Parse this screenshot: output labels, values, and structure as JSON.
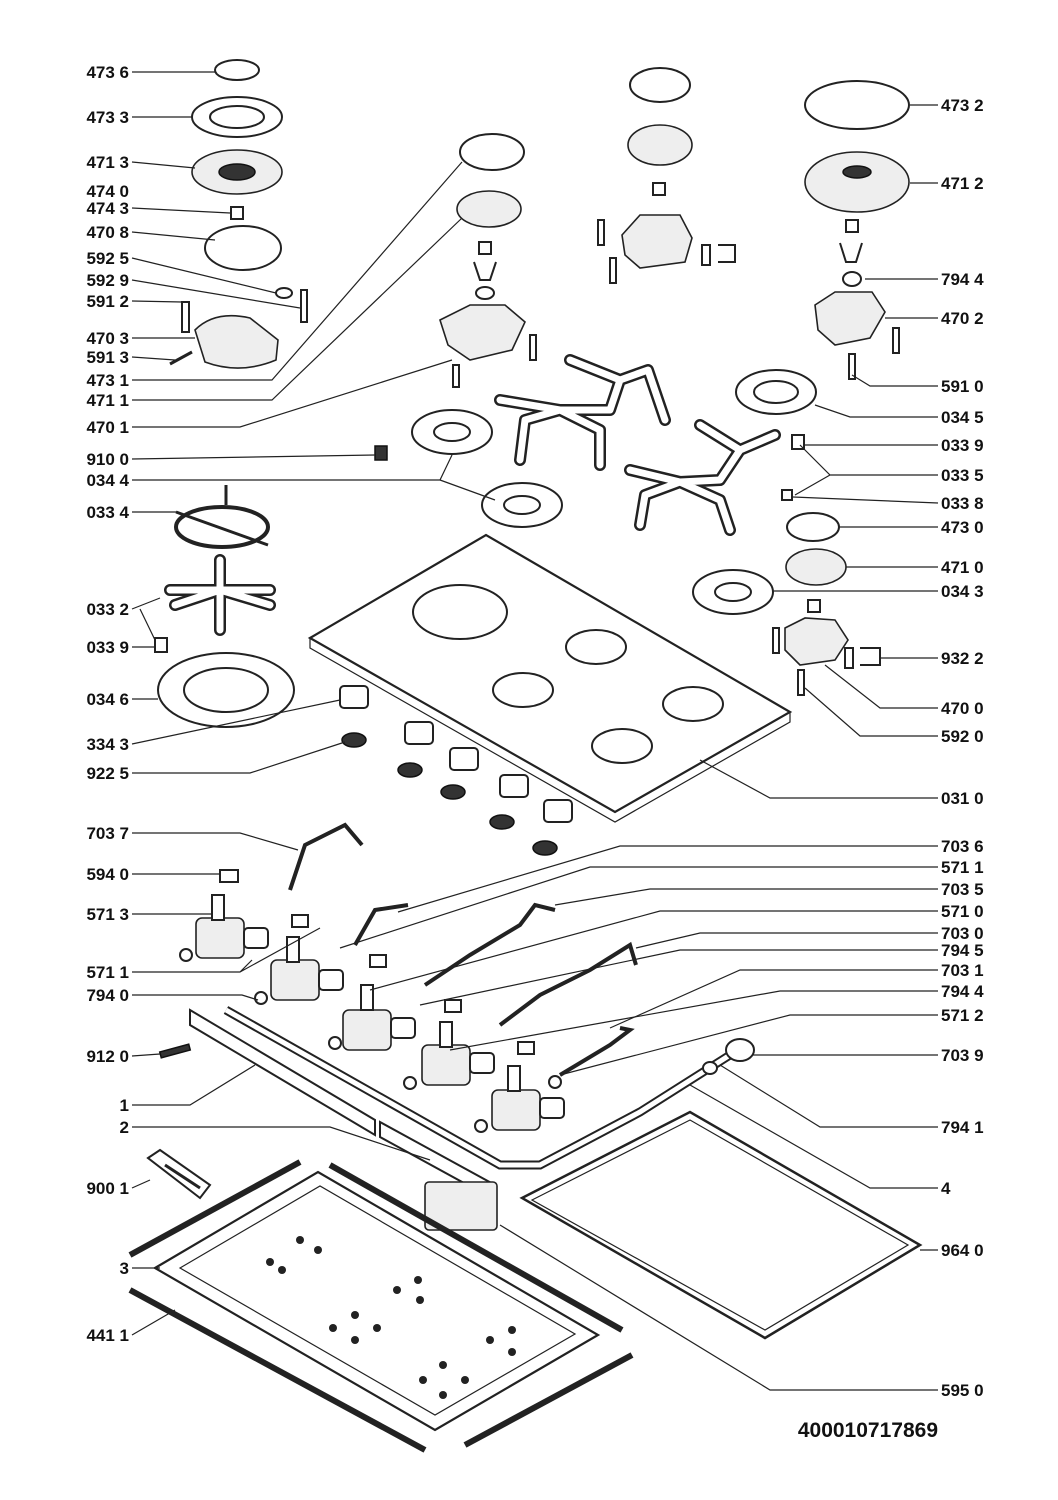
{
  "labels_left": [
    "473 6",
    "473 3",
    "471 3",
    "474 0",
    "474 3",
    "470 8",
    "592 5",
    "592 9",
    "591 2",
    "470 3",
    "591 3",
    "473 1",
    "471 1",
    "470 1",
    "910 0",
    "034 4",
    "033 4",
    "033 2",
    "033 9",
    "034 6",
    "334 3",
    "922 5",
    "703 7",
    "594 0",
    "571 3",
    "571 1",
    "794 0",
    "912 0",
    "1",
    "2",
    "900 1",
    "3",
    "441 1"
  ],
  "labels_right": [
    "473 2",
    "471 2",
    "794 4",
    "470 2",
    "591 0",
    "034 5",
    "033 9",
    "033 5",
    "033 8",
    "473 0",
    "471 0",
    "034 3",
    "932 2",
    "470 0",
    "592 0",
    "031 0",
    "703 6",
    "571 1",
    "703 5",
    "571 0",
    "703 0",
    "794 5",
    "703 1",
    "794 4",
    "571 2",
    "703 9",
    "794 1",
    "4",
    "964 0",
    "595 0"
  ],
  "document_number": "400010717869"
}
